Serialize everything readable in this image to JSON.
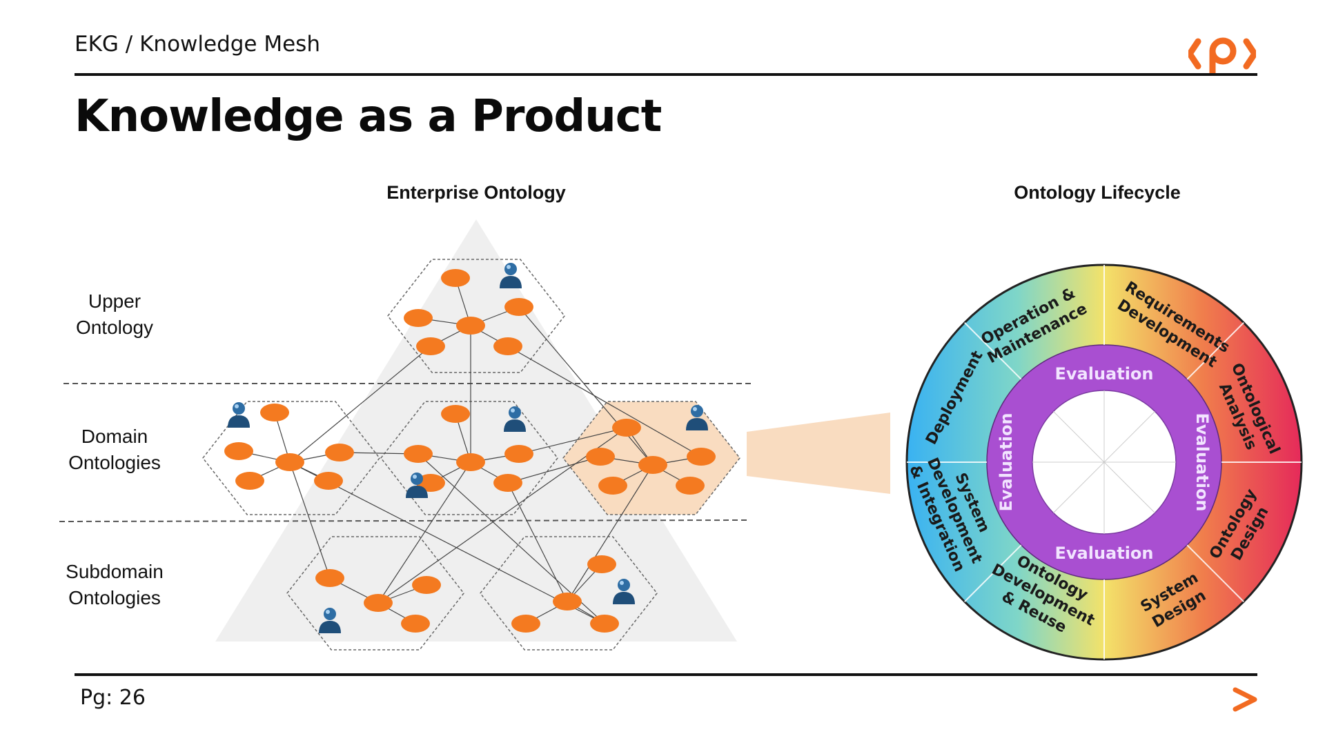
{
  "header": {
    "breadcrumb": "EKG / Knowledge Mesh",
    "logo_icon": "brackets-p-logo-icon",
    "title": "Knowledge as a Product"
  },
  "left_diagram": {
    "title": "Enterprise Ontology",
    "tiers": [
      {
        "line1": "Upper",
        "line2": "Ontology"
      },
      {
        "line1": "Domain",
        "line2": "Ontologies"
      },
      {
        "line1": "Subdomain",
        "line2": "Ontologies"
      }
    ],
    "node_color": "#f47a20",
    "person_icon": "person-icon"
  },
  "right_diagram": {
    "title": "Ontology Lifecycle",
    "outer_segments": [
      {
        "line1": "Requirements",
        "line2": "Development"
      },
      {
        "line1": "Ontological",
        "line2": "Analysis"
      },
      {
        "line1": "Ontology",
        "line2": "Design"
      },
      {
        "line1": "System",
        "line2": "Design"
      },
      {
        "line1": "Ontology",
        "line2": "Development",
        "line3": "& Reuse"
      },
      {
        "line1": "System",
        "line2": "Development",
        "line3": "& Integration"
      },
      {
        "line1": "Deployment"
      },
      {
        "line1": "Operation &",
        "line2": "Maintenance"
      }
    ],
    "inner_label": "Evaluation",
    "inner_color": "#a94fd1"
  },
  "footer": {
    "page_prefix": "Pg:",
    "page_number": "26",
    "next_icon": "next-arrow-icon"
  },
  "colors": {
    "accent": "#f26a21",
    "rule": "#111111",
    "highlight_hex": "#f9dcc0"
  }
}
